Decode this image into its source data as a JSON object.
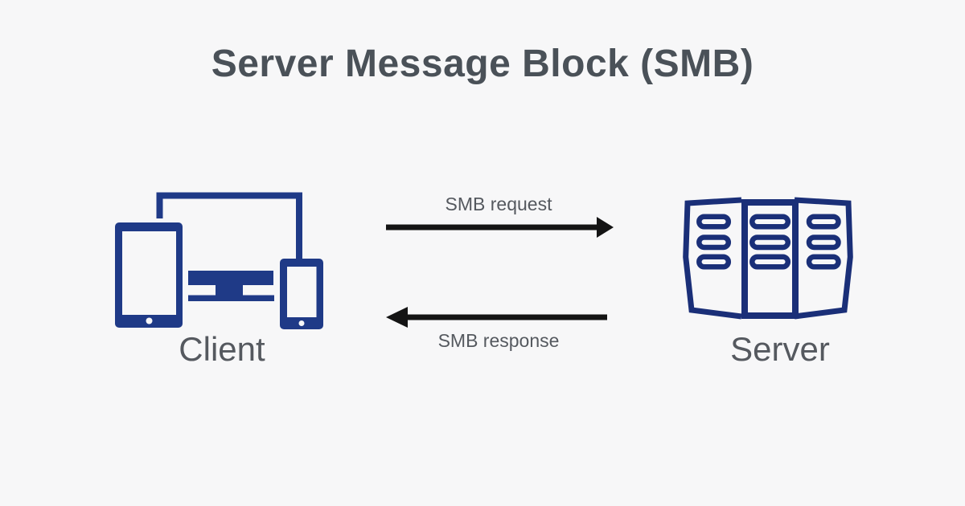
{
  "title": "Server Message Block (SMB)",
  "colors": {
    "background": "#f7f7f8",
    "client_icon": "#1f3a87",
    "server_icon": "#1a2f78",
    "arrow": "#141414",
    "title_text": "#4a5158",
    "label_text": "#55595f"
  },
  "client": {
    "label": "Client",
    "icon": "client-devices-icon"
  },
  "server": {
    "label": "Server",
    "icon": "server-rack-icon"
  },
  "flows": [
    {
      "label": "SMB request",
      "direction": "right",
      "from": "Client",
      "to": "Server"
    },
    {
      "label": "SMB response",
      "direction": "left",
      "from": "Server",
      "to": "Client"
    }
  ]
}
